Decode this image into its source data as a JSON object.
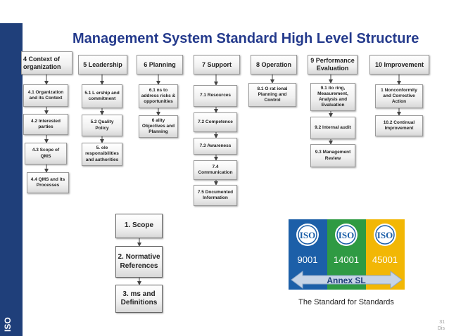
{
  "side_label": "ISO",
  "title": "Management System Standard High Level Structure",
  "columns": [
    {
      "header": "4 Context of organization",
      "items": [
        "4.1 Organization and its Context",
        "4.2 Interested parties",
        "4.3 Scope of QMS",
        "4.4 QMS and its Processes"
      ]
    },
    {
      "header": "5 Leadership",
      "items": [
        "5.1 L ership and commitment",
        "5.2 Quality Policy",
        "5. ole responsibilities and authorities"
      ]
    },
    {
      "header": "6 Planning",
      "items": [
        "6.1 ns to address risks & opportunities",
        "6 ality Objectives and Planning"
      ]
    },
    {
      "header": "7 Support",
      "items": [
        "7.1 Resources",
        "7.2 Competence",
        "7.3 Awareness",
        "7.4 Communication",
        "7.5 Documented Information"
      ]
    },
    {
      "header": "8 Operation",
      "items": [
        "8.1 O rat ional Planning and Control"
      ]
    },
    {
      "header": "9 Performance Evaluation",
      "items": [
        "9.1 ito ring, Measurement, Analysis and Evaluation",
        "9.2 Internal audit",
        "9.3 Management Review"
      ]
    },
    {
      "header": "10 Improvement",
      "items": [
        "1 Nonconformity and Corrective Action",
        "10.2 Continual Improvement"
      ]
    }
  ],
  "clauses": [
    "1. Scope",
    "2. Normative References",
    "3. ms and Definitions"
  ],
  "banner": {
    "logos": [
      "ISO",
      "ISO",
      "ISO"
    ],
    "numbers": [
      "9001",
      "14001",
      "45001"
    ],
    "arrow_label": "Annex SL",
    "tagline": "The Standard for Standards",
    "colors": {
      "blue": "#1c5fa8",
      "green": "#2f9a43",
      "yellow": "#f2b705",
      "arrow": "#8fa8c8"
    }
  },
  "slide_number": "31",
  "slide_note": "Dis"
}
